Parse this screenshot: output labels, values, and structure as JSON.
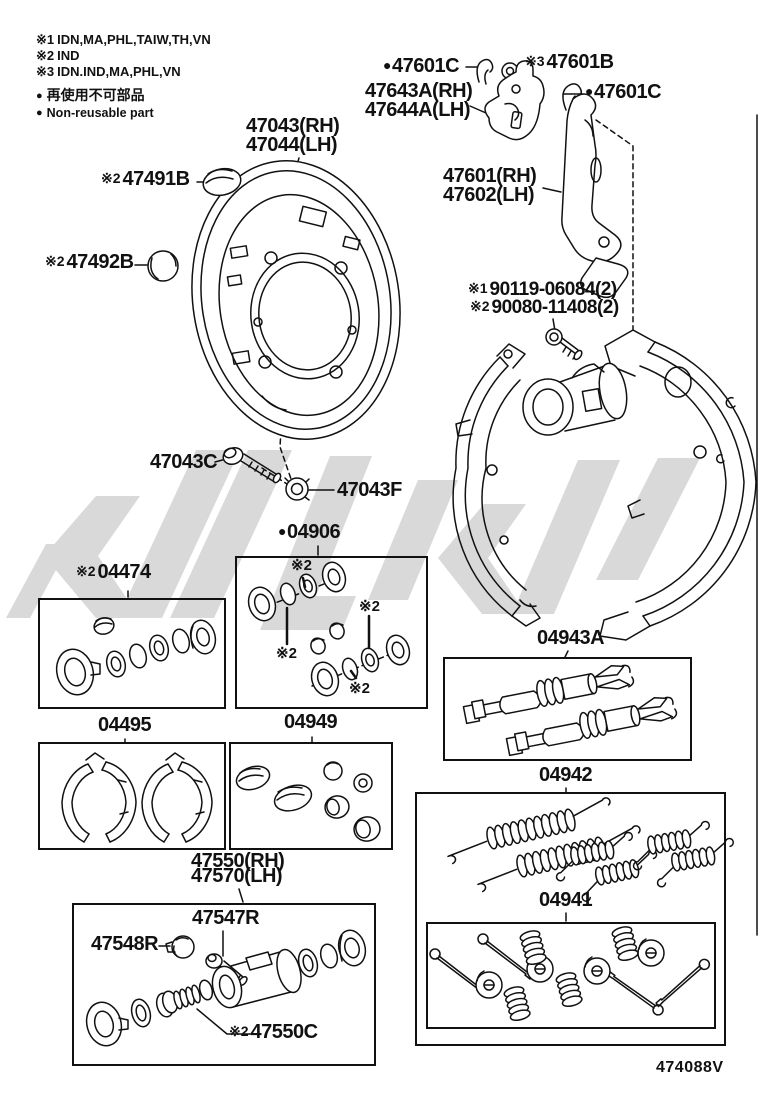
{
  "legend": {
    "bullet": "●",
    "note1": {
      "mark": "※1",
      "text": "IDN,MA,PHL,TAIW,TH,VN"
    },
    "note2": {
      "mark": "※2",
      "text": "IND"
    },
    "note3": {
      "mark": "※3",
      "text": "IDN.IND,MA,PHL,VN"
    },
    "nonreusable_jp": "再使用不可部品",
    "nonreusable_en": "Non-reusable part"
  },
  "labels": {
    "l47601c_top": {
      "bullet": "●",
      "text": "47601C"
    },
    "l47601b": {
      "prefix": "※3",
      "text": "47601B"
    },
    "l47643a": {
      "text": "47643A(RH)"
    },
    "l47644a": {
      "text": "47644A(LH)"
    },
    "l47601c_right": {
      "bullet": "●",
      "text": "47601C"
    },
    "l47601": {
      "text": "47601(RH)"
    },
    "l47602": {
      "text": "47602(LH)"
    },
    "l47043": {
      "text": "47043(RH)"
    },
    "l47044": {
      "text": "47044(LH)"
    },
    "l47491b": {
      "prefix": "※2",
      "text": "47491B"
    },
    "l47492b": {
      "prefix": "※2",
      "text": "47492B"
    },
    "l47043c": {
      "text": "47043C"
    },
    "l47043f": {
      "text": "47043F"
    },
    "l90119": {
      "prefix": "※1",
      "text": "90119-06084(2)"
    },
    "l90080": {
      "prefix": "※2",
      "text": "90080-11408(2)"
    },
    "l04906": {
      "bullet": "●",
      "text": "04906"
    },
    "l04474": {
      "prefix": "※2",
      "text": "04474"
    },
    "l04495": {
      "text": "04495"
    },
    "l04949": {
      "text": "04949"
    },
    "l04943a": {
      "text": "04943A"
    },
    "l04942": {
      "text": "04942"
    },
    "l04941": {
      "text": "04941"
    },
    "l47550": {
      "text": "47550(RH)"
    },
    "l47570": {
      "text": "47570(LH)"
    },
    "l47547r": {
      "text": "47547R"
    },
    "l47548r": {
      "text": "47548R"
    },
    "l47550c": {
      "prefix": "※2",
      "text": "47550C"
    },
    "star2": "※2"
  },
  "footer": {
    "diagram_code": "474088V"
  },
  "colors": {
    "line": "#111111",
    "watermark": "#d9d9d9",
    "background": "#ffffff"
  }
}
